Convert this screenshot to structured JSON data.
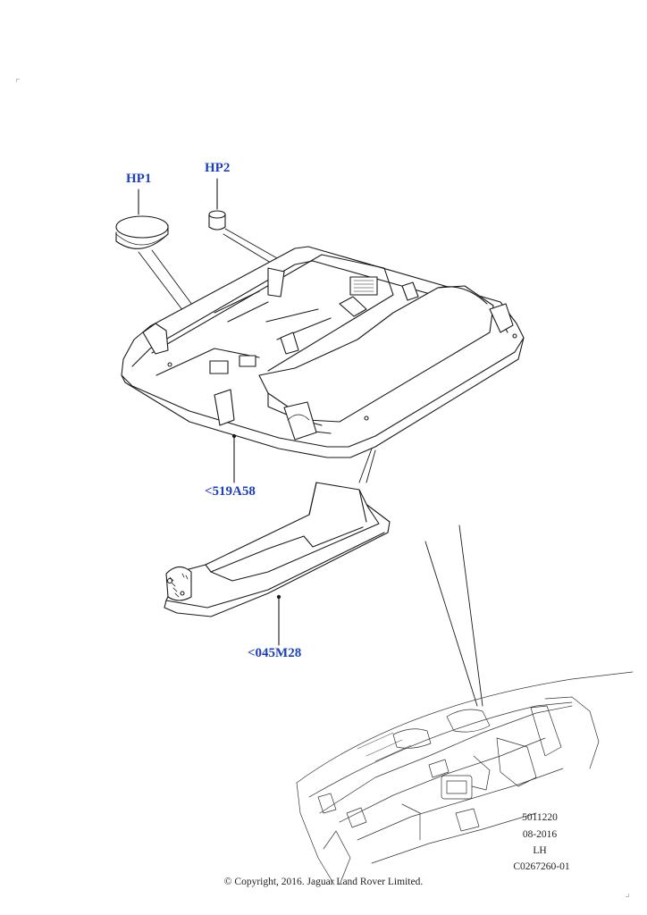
{
  "callouts": {
    "hp1": "HP1",
    "hp2": "HP2",
    "housing": "<519A58",
    "sunglass_holder": "<045M28"
  },
  "meta": {
    "code": "5011220",
    "date": "08-2016",
    "side": "LH",
    "illustration_id": "C0267260-01"
  },
  "copyright": "© Copyright, 2016. Jaguar Land Rover Limited.",
  "colors": {
    "callout_text": "#1a3fbf",
    "line_art": "#1a1a1a"
  }
}
